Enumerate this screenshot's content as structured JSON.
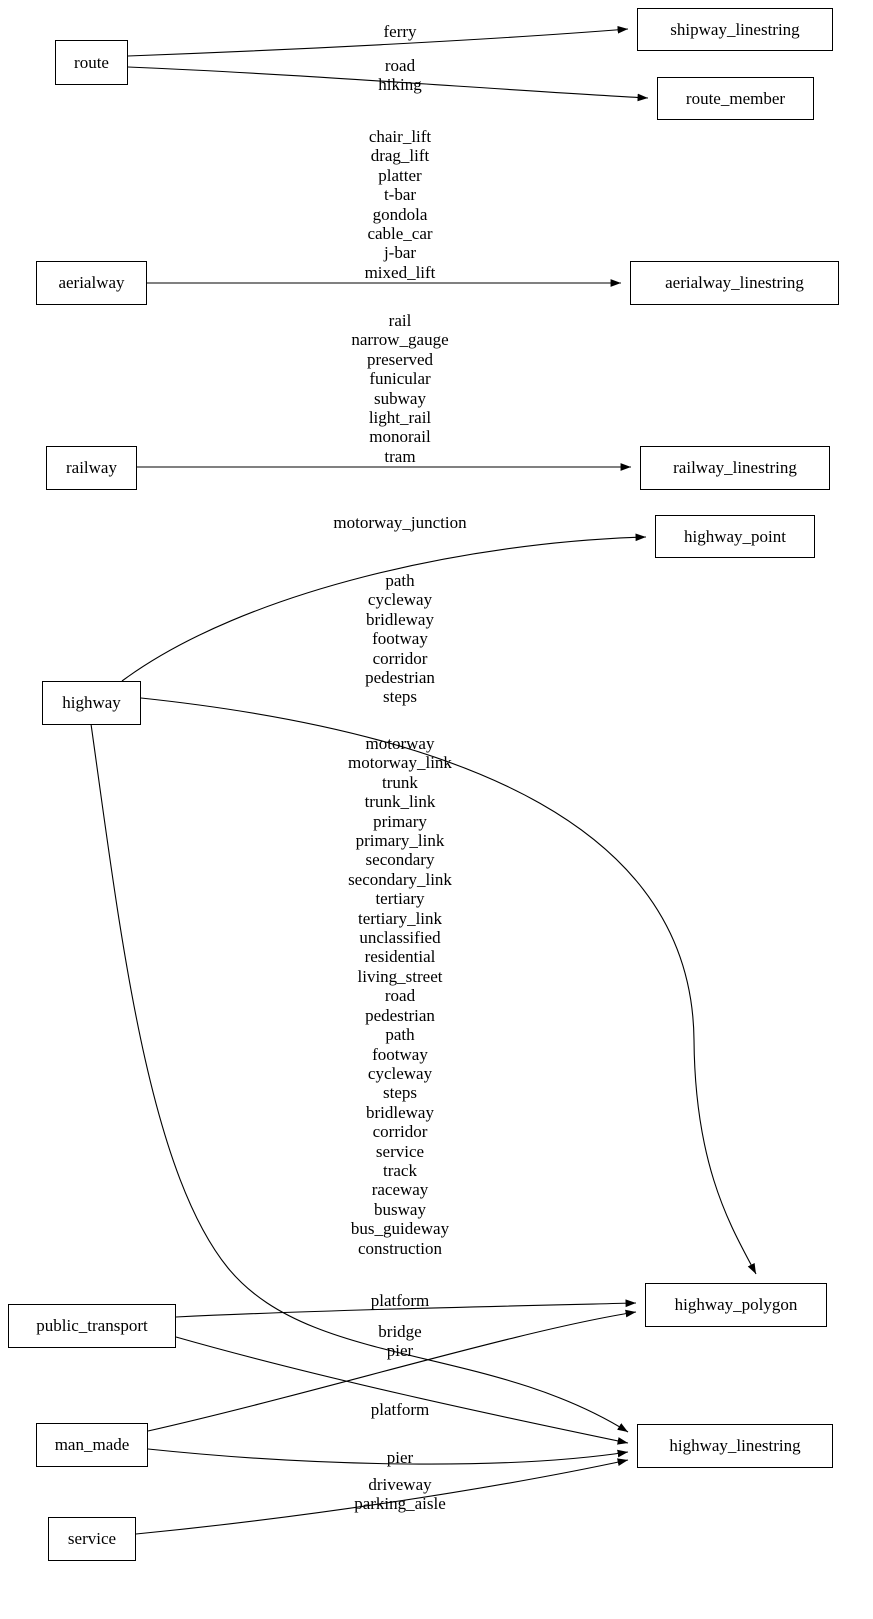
{
  "nodes": {
    "sources": [
      {
        "id": "route",
        "label": "route"
      },
      {
        "id": "aerialway",
        "label": "aerialway"
      },
      {
        "id": "railway",
        "label": "railway"
      },
      {
        "id": "highway",
        "label": "highway"
      },
      {
        "id": "public_transport",
        "label": "public_transport"
      },
      {
        "id": "man_made",
        "label": "man_made"
      },
      {
        "id": "service",
        "label": "service"
      }
    ],
    "targets": [
      {
        "id": "shipway_linestring",
        "label": "shipway_linestring"
      },
      {
        "id": "route_member",
        "label": "route_member"
      },
      {
        "id": "aerialway_linestring",
        "label": "aerialway_linestring"
      },
      {
        "id": "railway_linestring",
        "label": "railway_linestring"
      },
      {
        "id": "highway_point",
        "label": "highway_point"
      },
      {
        "id": "highway_polygon",
        "label": "highway_polygon"
      },
      {
        "id": "highway_linestring",
        "label": "highway_linestring"
      }
    ]
  },
  "edges": [
    {
      "from": "route",
      "to": "shipway_linestring",
      "label": "ferry"
    },
    {
      "from": "route",
      "to": "route_member",
      "label": "road\nhiking"
    },
    {
      "from": "aerialway",
      "to": "aerialway_linestring",
      "label": "chair_lift\ndrag_lift\nplatter\nt-bar\ngondola\ncable_car\nj-bar\nmixed_lift"
    },
    {
      "from": "railway",
      "to": "railway_linestring",
      "label": "rail\nnarrow_gauge\npreserved\nfunicular\nsubway\nlight_rail\nmonorail\ntram"
    },
    {
      "from": "highway",
      "to": "highway_point",
      "label": "motorway_junction"
    },
    {
      "from": "highway",
      "to": "highway_polygon",
      "label": "path\ncycleway\nbridleway\nfootway\ncorridor\npedestrian\nsteps"
    },
    {
      "from": "highway",
      "to": "highway_linestring",
      "label": "motorway\nmotorway_link\ntrunk\ntrunk_link\nprimary\nprimary_link\nsecondary\nsecondary_link\ntertiary\ntertiary_link\nunclassified\nresidential\nliving_street\nroad\npedestrian\npath\nfootway\ncycleway\nsteps\nbridleway\ncorridor\nservice\ntrack\nraceway\nbusway\nbus_guideway\nconstruction"
    },
    {
      "from": "public_transport",
      "to": "highway_polygon",
      "label": "platform"
    },
    {
      "from": "man_made",
      "to": "highway_polygon",
      "label": "bridge\npier"
    },
    {
      "from": "public_transport",
      "to": "highway_linestring",
      "label": "platform"
    },
    {
      "from": "man_made",
      "to": "highway_linestring",
      "label": "pier"
    },
    {
      "from": "service",
      "to": "highway_linestring",
      "label": "driveway\nparking_aisle"
    }
  ],
  "colors": {
    "node_border": "#000000",
    "edge": "#000000",
    "background": "#ffffff",
    "text": "#000000"
  }
}
